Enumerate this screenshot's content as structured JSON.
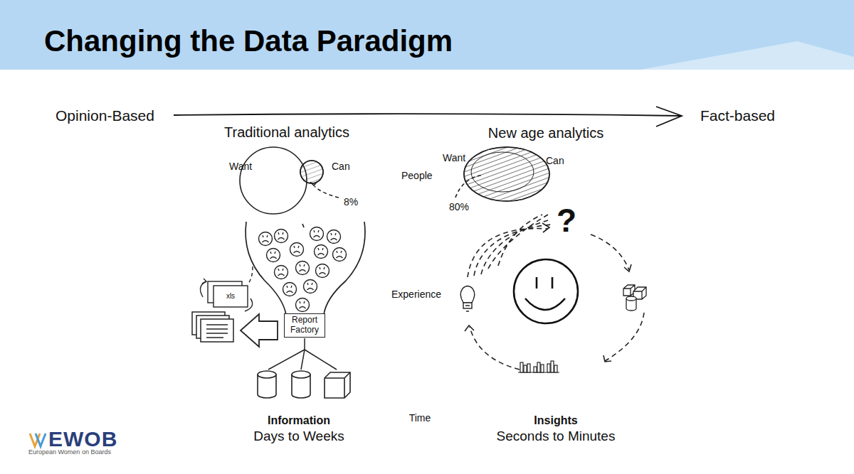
{
  "diagram": {
    "title": "Changing the Data Paradigm",
    "nodes": [
      {
        "text": [
          "Report Factory"
        ]
      }
    ],
    "labels": [
      "Opinion-Based",
      "Fact-based",
      "Traditional analytics",
      "New age analytics",
      "Want",
      "Can",
      "8%",
      "People",
      "Want",
      "Can",
      "80%",
      "xls",
      "?",
      "Experience",
      "Information",
      "Days to Weeks",
      "Time",
      "Insights",
      "Seconds to Minutes",
      "EWOB",
      "European Women on Boards"
    ]
  }
}
